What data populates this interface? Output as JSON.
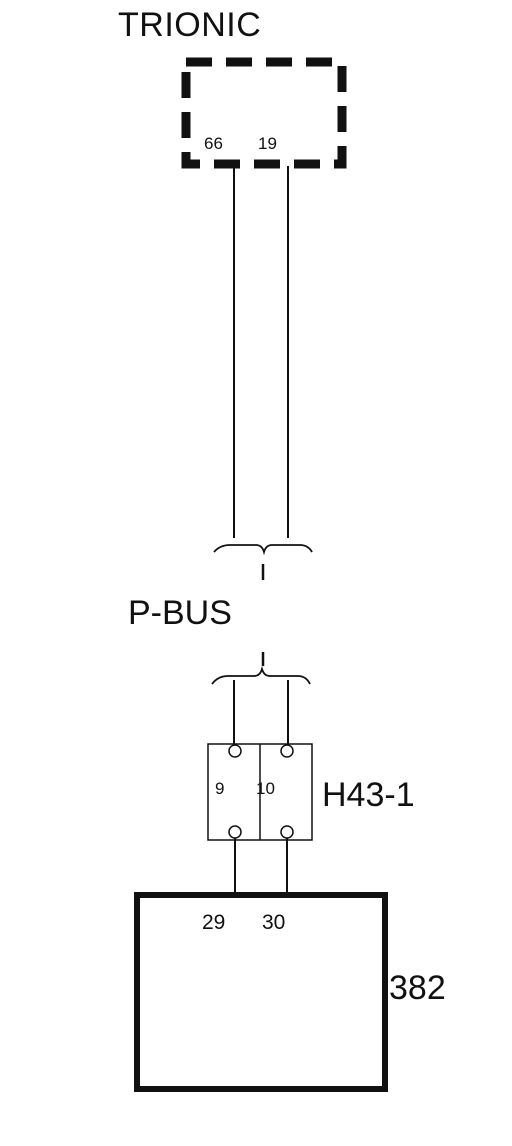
{
  "trionic": {
    "label": "TRIONIC",
    "pins": [
      "66",
      "19"
    ]
  },
  "bus": {
    "label": "P-BUS"
  },
  "connector": {
    "label": "H43-1",
    "pins": [
      "9",
      "10"
    ]
  },
  "module": {
    "label": "382",
    "pins": [
      "29",
      "30"
    ]
  },
  "colors": {
    "line": "#111111",
    "background": "#ffffff"
  }
}
